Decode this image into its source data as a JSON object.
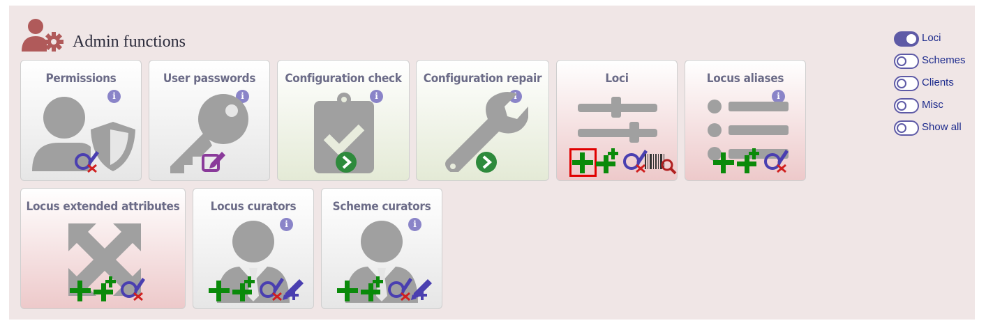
{
  "header": {
    "title": "Admin functions",
    "icon": "admin-user-gear-icon"
  },
  "colors": {
    "accent": "#5e5aa6",
    "plus": "#0a8a0a",
    "highlight": "#e00000",
    "heading_icon": "#b05a5a",
    "big_icon": "#a0a0a0"
  },
  "tiles": [
    {
      "label": "Permissions",
      "icon": "user-shield-icon",
      "actions": [
        "query-delete-icon"
      ]
    },
    {
      "label": "User passwords",
      "icon": "key-icon",
      "actions": [
        "edit-icon"
      ]
    },
    {
      "label": "Configuration check",
      "icon": "clipboard-check-icon",
      "actions": [
        "go-arrow-icon"
      ]
    },
    {
      "label": "Configuration repair",
      "icon": "wrench-icon",
      "actions": [
        "go-arrow-icon"
      ]
    },
    {
      "label": "Loci",
      "icon": "sliders-icon",
      "actions": [
        "add-icon",
        "batch-add-icon",
        "query-delete-icon",
        "barcode-search-icon"
      ],
      "selected_action": "add-icon"
    },
    {
      "label": "Locus aliases",
      "icon": "list-icon",
      "actions": [
        "add-icon",
        "batch-add-icon",
        "query-delete-icon"
      ]
    },
    {
      "label": "Locus extended attributes",
      "icon": "expand-arrows-icon",
      "actions": [
        "add-icon",
        "batch-add-icon",
        "query-delete-icon"
      ]
    },
    {
      "label": "Locus curators",
      "icon": "user-tie-icon",
      "actions": [
        "add-icon",
        "batch-add-icon",
        "query-delete-icon",
        "batch-edit-icon"
      ]
    },
    {
      "label": "Scheme curators",
      "icon": "user-tie-icon",
      "actions": [
        "add-icon",
        "batch-add-icon",
        "query-delete-icon",
        "batch-edit-icon"
      ]
    }
  ],
  "filters": [
    {
      "label": "Loci",
      "on": true
    },
    {
      "label": "Schemes",
      "on": false
    },
    {
      "label": "Clients",
      "on": false
    },
    {
      "label": "Misc",
      "on": false
    },
    {
      "label": "Show all",
      "on": false
    }
  ]
}
